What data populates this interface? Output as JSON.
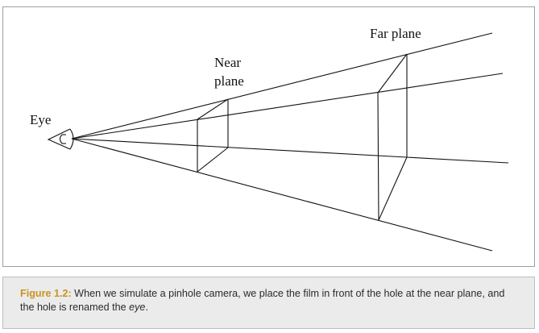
{
  "diagram": {
    "labels": {
      "eye": "Eye",
      "near_plane_line1": "Near",
      "near_plane_line2": "plane",
      "far_plane": "Far plane"
    }
  },
  "caption": {
    "label": "Figure 1.2:",
    "text_before": " When we simulate a pinhole camera, we place the film in front of the hole at the near plane, and the hole is renamed the ",
    "emphasis": "eye",
    "text_after": "."
  },
  "colors": {
    "caption_label": "#c8941e",
    "caption_background": "#ebebeb",
    "frame_border": "#9e9e9e",
    "line": "#111111"
  }
}
